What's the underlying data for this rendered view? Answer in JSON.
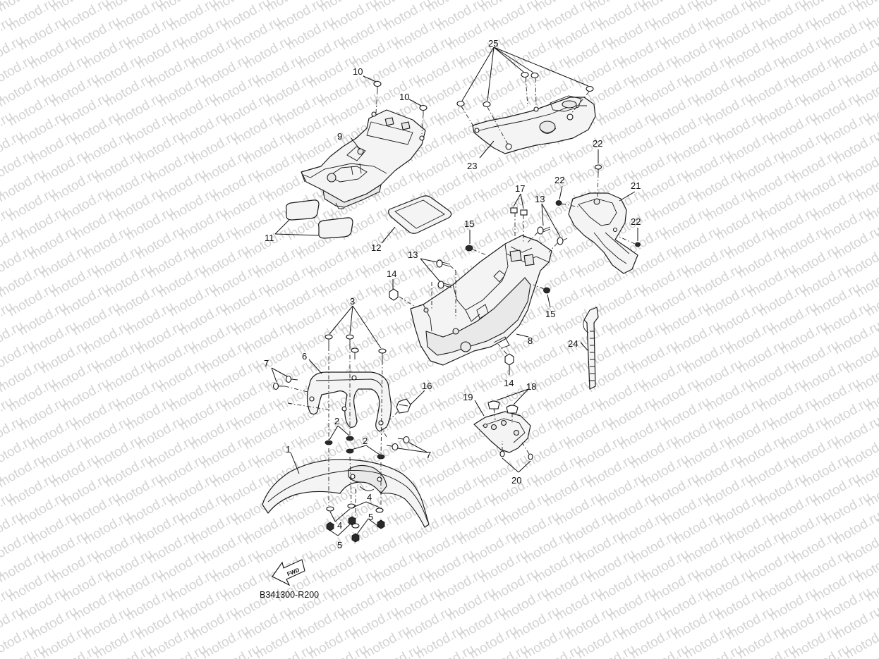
{
  "watermark_text": "motod.ru",
  "diagram_code": "B341300-R200",
  "fwd_label": "FWD",
  "callouts": {
    "c1": "1",
    "c2a": "2",
    "c2b": "2",
    "c3": "3",
    "c4a": "4",
    "c4b": "4",
    "c5a": "5",
    "c5b": "5",
    "c6": "6",
    "c7a": "7",
    "c7b": "7",
    "c8": "8",
    "c9": "9",
    "c10a": "10",
    "c10b": "10",
    "c11": "11",
    "c12": "12",
    "c13a": "13",
    "c13b": "13",
    "c14a": "14",
    "c14b": "14",
    "c15a": "15",
    "c15b": "15",
    "c16": "16",
    "c17": "17",
    "c18": "18",
    "c19": "19",
    "c20": "20",
    "c21": "21",
    "c22a": "22",
    "c22b": "22",
    "c22c": "22",
    "c23": "23",
    "c24": "24",
    "c25": "25"
  }
}
